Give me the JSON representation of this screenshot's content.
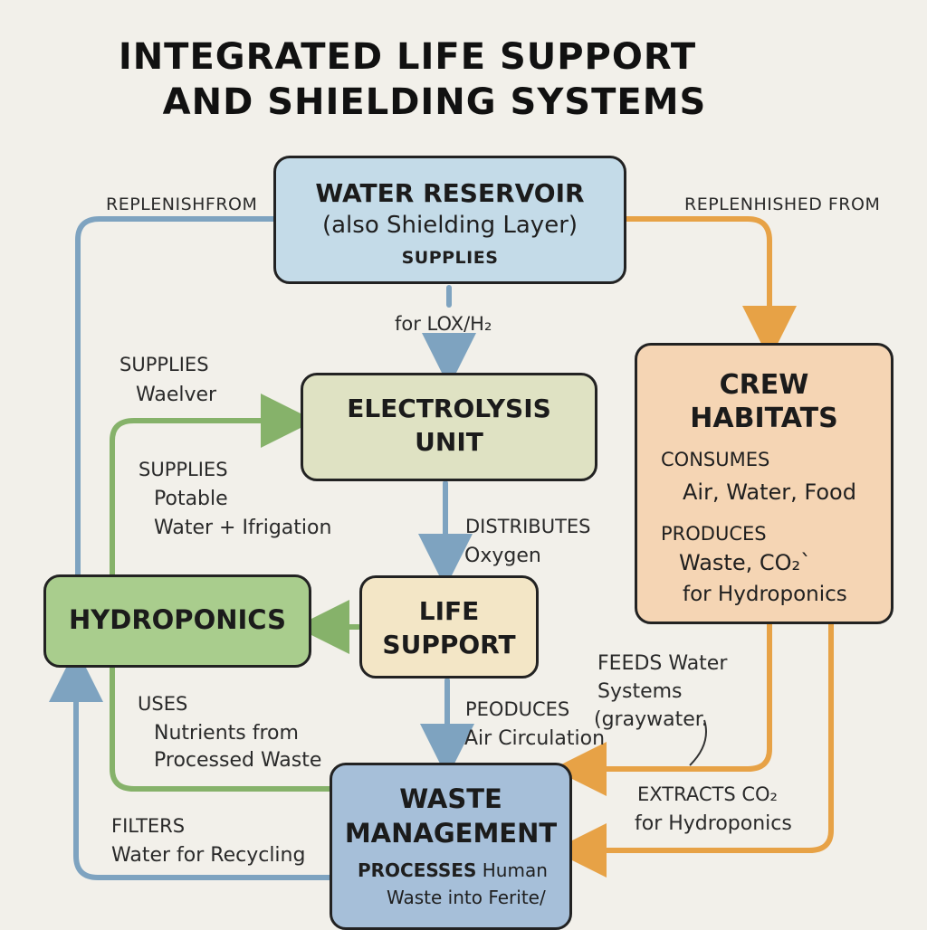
{
  "title": {
    "line1": "INTEGRATED LIFE SUPPORT",
    "line2": "AND SHIELDING SYSTEMS"
  },
  "colors": {
    "blue": "#7ea3c0",
    "green": "#86b26a",
    "orange": "#e7a246",
    "background": "#f2f0ea"
  },
  "nodes": {
    "reservoir": {
      "title": "WATER RESERVOIR",
      "subtitle": "(also Shielding Layer)",
      "tag": "SUPPLIES"
    },
    "electrolysis": {
      "line1": "ELECTROLYSIS",
      "line2": "UNIT"
    },
    "habitats": {
      "line1": "CREW",
      "line2": "HABITATS",
      "consumes_label": "CONSUMES",
      "consumes_value": "Air, Water, Food",
      "produces_label": "PRODUCES",
      "produces_value1": "Waste, CO₂`",
      "produces_value2": "for Hydroponics"
    },
    "hydroponics": {
      "title": "HYDROPONICS"
    },
    "life_support": {
      "line1": "LIFE",
      "line2": "SUPPORT"
    },
    "waste": {
      "line1": "WASTE",
      "line2": "MANAGEMENT",
      "processes_label": "PROCESSES",
      "processes_value1": "Human",
      "processes_value2": "Waste into Ferite/"
    }
  },
  "edge_labels": {
    "replenish_left": "REPLENISHFROM",
    "replenish_right": "REPLENHISHED FROM",
    "lox": "for LOX/H₂",
    "supplies_waelver_1": "SUPPLIES",
    "supplies_waelver_2": "Waelver",
    "supplies_potable_1": "SUPPLIES",
    "supplies_potable_2": "Potable",
    "supplies_potable_3": "Water + Ifrigation",
    "distributes_1": "DISTRIBUTES",
    "distributes_2": "Oxygen",
    "uses_1": "USES",
    "uses_2": "Nutrients from",
    "uses_3": "Processed Waste",
    "produces_air_1": "PEODUCES",
    "produces_air_2": "Air Circulation",
    "feeds_1": "FEEDS Water",
    "feeds_2": "Systems",
    "feeds_3": "(graywater.",
    "extracts_1": "EXTRACTS CO₂",
    "extracts_2": "for Hydroponics",
    "filters_1": "FILTERS",
    "filters_2": "Water for Recycling"
  }
}
